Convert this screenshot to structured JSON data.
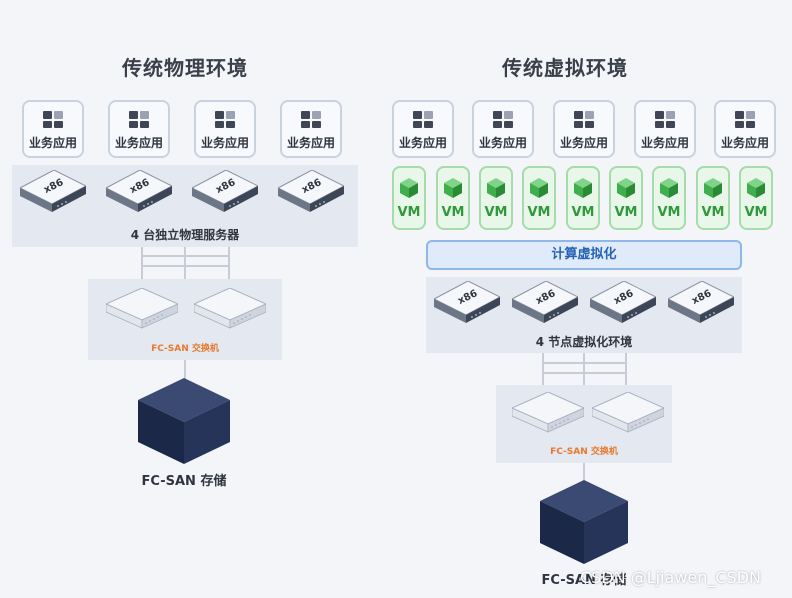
{
  "left": {
    "title": "传统物理环境",
    "apps": [
      "业务应用",
      "业务应用",
      "业务应用",
      "业务应用"
    ],
    "servers": [
      "x86",
      "x86",
      "x86",
      "x86"
    ],
    "servers_label": "4 台独立物理服务器",
    "switch_label": "FC-SAN 交换机",
    "storage_label": "FC-SAN 存储"
  },
  "right": {
    "title": "传统虚拟环境",
    "apps": [
      "业务应用",
      "业务应用",
      "业务应用",
      "业务应用",
      "业务应用"
    ],
    "vms": [
      "VM",
      "VM",
      "VM",
      "VM",
      "VM",
      "VM",
      "VM",
      "VM",
      "VM"
    ],
    "virtualization_label": "计算虚拟化",
    "servers": [
      "x86",
      "x86",
      "x86",
      "x86"
    ],
    "servers_label": "4 节点虚拟化环境",
    "switch_label": "FC-SAN 交换机",
    "storage_label": "FC-SAN 存储"
  },
  "watermark": "CSDN @Ljiawen_CSDN",
  "colors": {
    "vm_green": "#2f9a3a",
    "virtualization_blue": "#2563b5",
    "switch_orange": "#e8792a",
    "storage_navy": "#1f2d4f"
  },
  "icons": {
    "app": "app-grid-icon",
    "server": "server-x86-icon",
    "switch": "switch-icon",
    "vm": "vm-cube-icon",
    "storage": "storage-cube-icon"
  }
}
